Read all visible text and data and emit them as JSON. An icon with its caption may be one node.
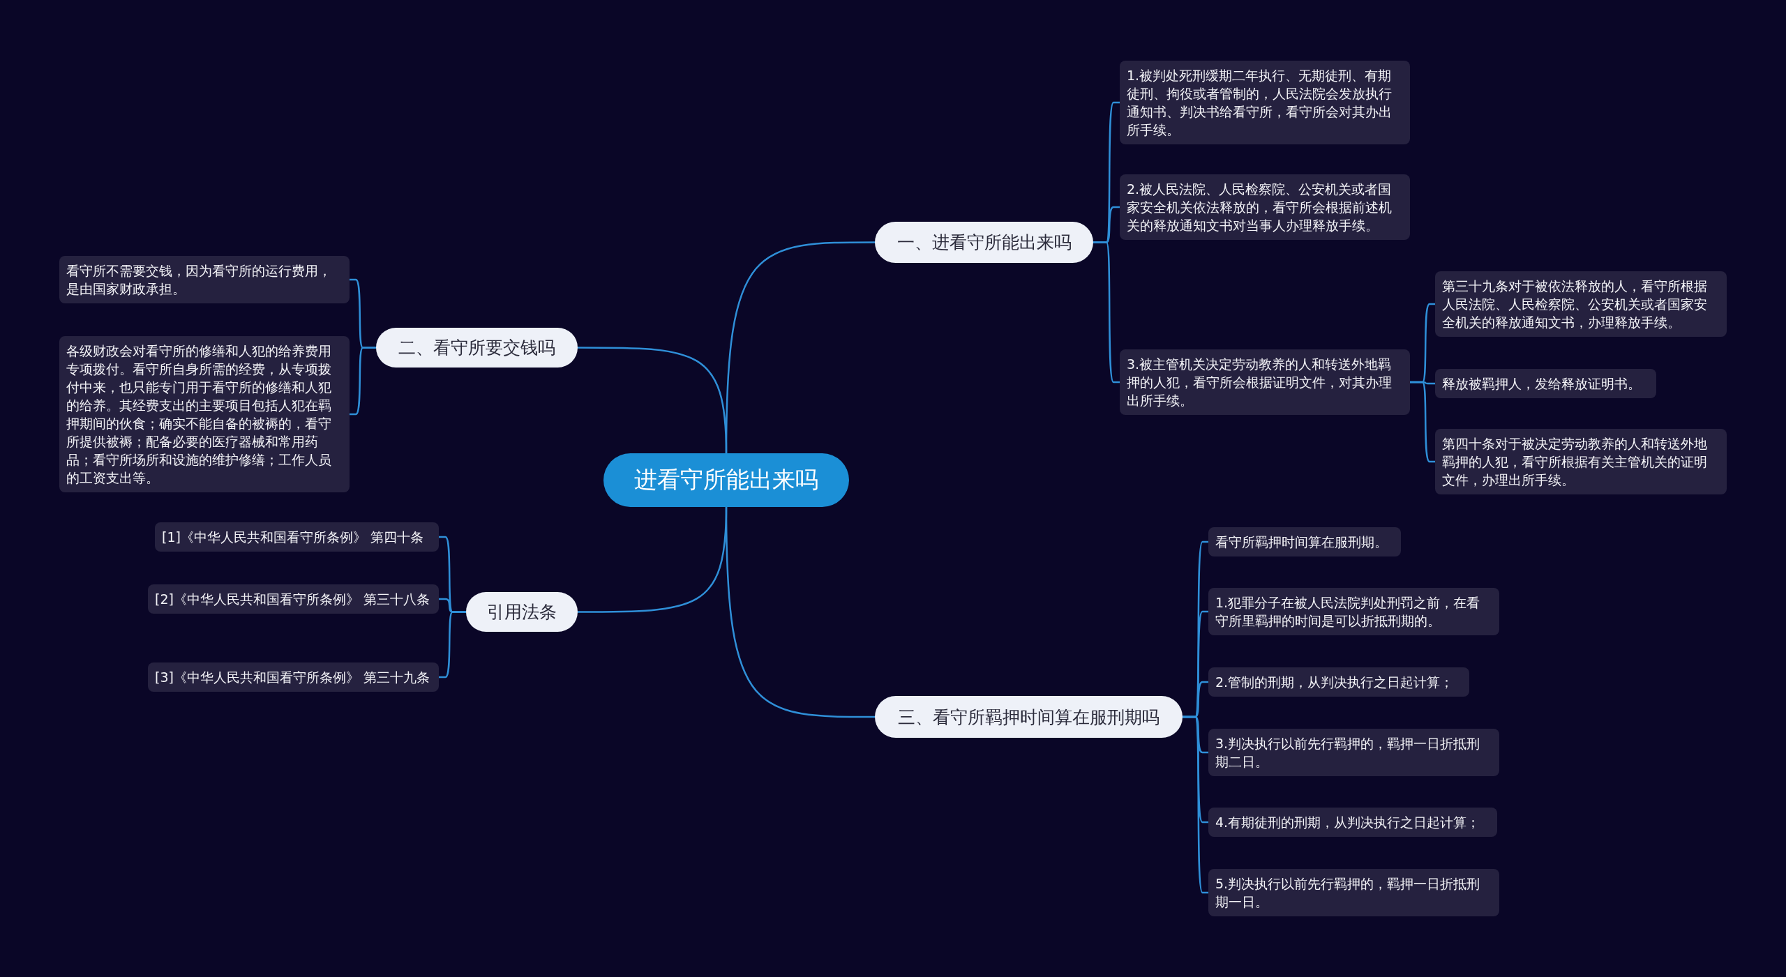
{
  "diagram": {
    "nodes": [
      {
        "text": [
          "进看守所能出来吗"
        ]
      },
      {
        "text": [
          "一、进看守所能出来吗"
        ]
      },
      {
        "text": [
          "1.被判处死刑缓期二年执行、无期徒刑、有期徒刑、拘役或者管制的，人民法院会发放执行通知书、判决书给看守所，看守所会对其办出所手续。"
        ]
      },
      {
        "text": [
          "2.被人民法院、人民检察院、公安机关或者国家安全机关依法释放的，看守所会根据前述机关的释放通知文书对当事人办理释放手续。"
        ]
      },
      {
        "text": [
          "3.被主管机关决定劳动教养的人和转送外地羁押的人犯，看守所会根据证明文件，对其办理出所手续。"
        ]
      },
      {
        "text": [
          "第三十九条对于被依法释放的人，看守所根据人民法院、人民检察院、公安机关或者国家安全机关的释放通知文书，办理释放手续。"
        ]
      },
      {
        "text": [
          "释放被羁押人，发给释放证明书。"
        ]
      },
      {
        "text": [
          "第四十条对于被决定劳动教养的人和转送外地羁押的人犯，看守所根据有关主管机关的证明文件，办理出所手续。"
        ]
      },
      {
        "text": [
          "三、看守所羁押时间算在服刑期吗"
        ]
      },
      {
        "text": [
          "看守所羁押时间算在服刑期。"
        ]
      },
      {
        "text": [
          "1.犯罪分子在被人民法院判处刑罚之前，在看守所里羁押的时间是可以折抵刑期的。"
        ]
      },
      {
        "text": [
          "2.管制的刑期，从判决执行之日起计算；"
        ]
      },
      {
        "text": [
          "3.判决执行以前先行羁押的，羁押一日折抵刑期二日。"
        ]
      },
      {
        "text": [
          "4.有期徒刑的刑期，从判决执行之日起计算；"
        ]
      },
      {
        "text": [
          "5.判决执行以前先行羁押的，羁押一日折抵刑期一日。"
        ]
      },
      {
        "text": [
          "二、看守所要交钱吗"
        ]
      },
      {
        "text": [
          "看守所不需要交钱，因为看守所的运行费用，是由国家财政承担。"
        ]
      },
      {
        "text": [
          "各级财政会对看守所的修缮和人犯的给养费用专项拨付。看守所自身所需的经费，从专项拨付中来，也只能专门用于看守所的修缮和人犯的给养。其经费支出的主要项目包括人犯在羁押期间的伙食；确实不能自备的被褥的，看守所提供被褥；配备必要的医疗器械和常用药品；看守所场所和设施的维护修缮；工作人员的工资支出等。"
        ]
      },
      {
        "text": [
          "引用法条"
        ]
      },
      {
        "text": [
          "[1]《中华人民共和国看守所条例》 第四十条"
        ]
      },
      {
        "text": [
          "[2]《中华人民共和国看守所条例》 第三十八条"
        ]
      },
      {
        "text": [
          "[3]《中华人民共和国看守所条例》 第三十九条"
        ]
      }
    ],
    "edges": [
      {
        "from": 0,
        "to": 1,
        "arrow": "none"
      },
      {
        "from": 1,
        "to": 2,
        "arrow": "none"
      },
      {
        "from": 1,
        "to": 3,
        "arrow": "none"
      },
      {
        "from": 1,
        "to": 4,
        "arrow": "none"
      },
      {
        "from": 4,
        "to": 5,
        "arrow": "none"
      },
      {
        "from": 4,
        "to": 6,
        "arrow": "none"
      },
      {
        "from": 4,
        "to": 7,
        "arrow": "none"
      },
      {
        "from": 0,
        "to": 8,
        "arrow": "none"
      },
      {
        "from": 8,
        "to": 9,
        "arrow": "none"
      },
      {
        "from": 8,
        "to": 10,
        "arrow": "none"
      },
      {
        "from": 8,
        "to": 11,
        "arrow": "none"
      },
      {
        "from": 8,
        "to": 12,
        "arrow": "none"
      },
      {
        "from": 8,
        "to": 13,
        "arrow": "none"
      },
      {
        "from": 8,
        "to": 14,
        "arrow": "none"
      },
      {
        "from": 0,
        "to": 15,
        "arrow": "none"
      },
      {
        "from": 15,
        "to": 16,
        "arrow": "none"
      },
      {
        "from": 15,
        "to": 17,
        "arrow": "none"
      },
      {
        "from": 0,
        "to": 18,
        "arrow": "none"
      },
      {
        "from": 18,
        "to": 19,
        "arrow": "none"
      },
      {
        "from": 18,
        "to": 20,
        "arrow": "none"
      },
      {
        "from": 18,
        "to": 21,
        "arrow": "none"
      }
    ]
  }
}
